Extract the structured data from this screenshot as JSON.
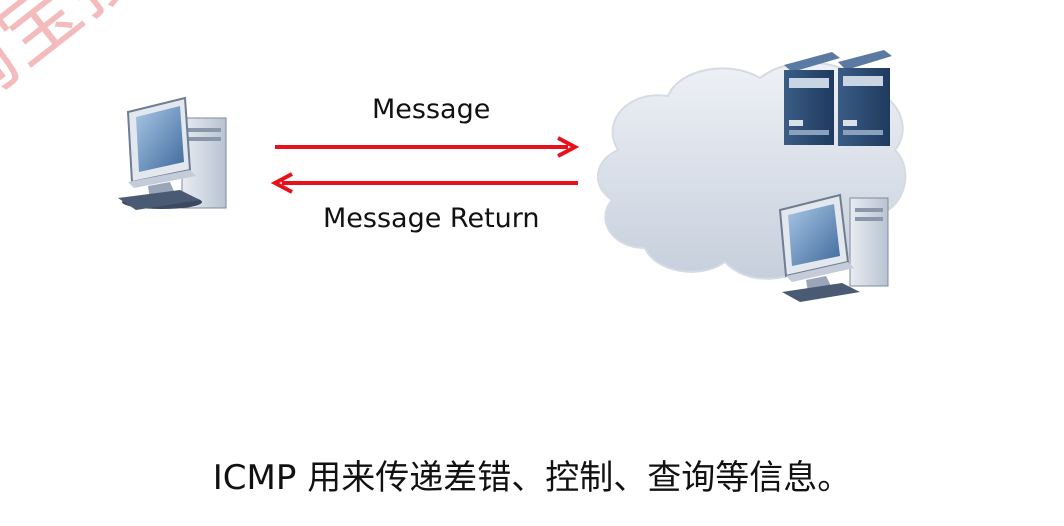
{
  "diagram": {
    "forward_label": "Message",
    "return_label": "Message Return",
    "caption": "ICMP 用来传递差错、控制、查询等信息。",
    "watermark_text": "淘宝搜",
    "arrow_color": "#e8101a"
  }
}
